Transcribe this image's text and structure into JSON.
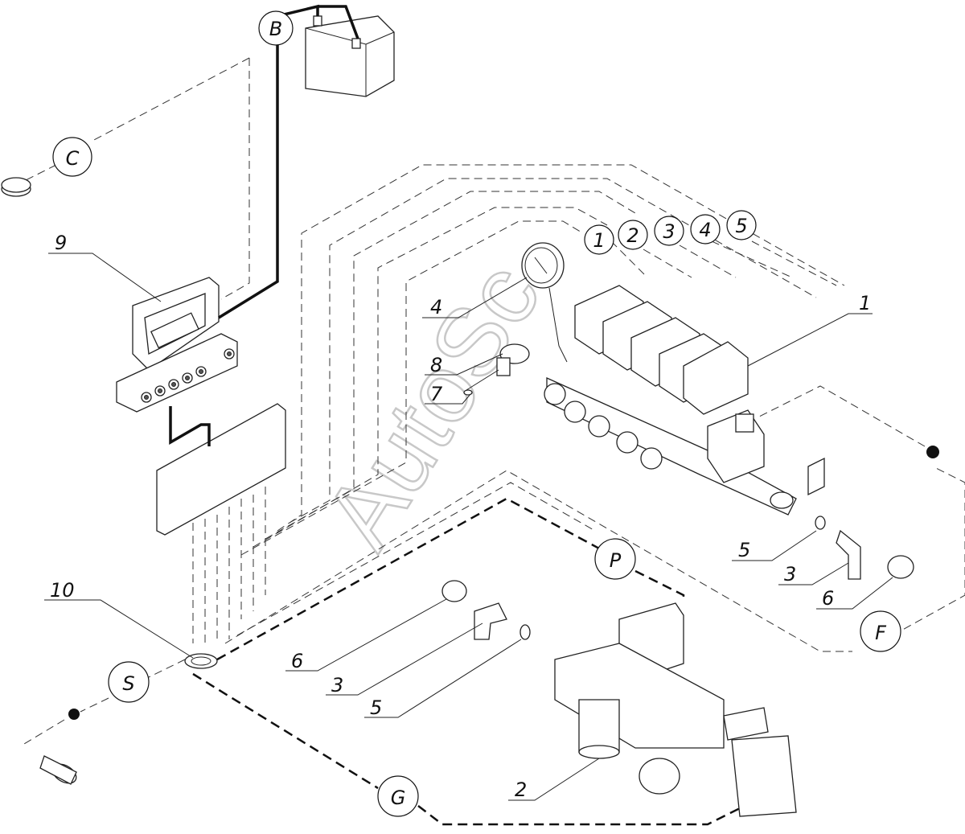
{
  "watermark": "AutoSc",
  "circle_labels": {
    "B": "B",
    "C": "C",
    "S": "S",
    "P": "P",
    "F": "F",
    "G": "G",
    "line1": "1",
    "line2": "2",
    "line3": "3",
    "line4": "4",
    "line5": "5"
  },
  "part_labels": {
    "p9": "9",
    "p10": "10",
    "p4": "4",
    "p8": "8",
    "p7": "7",
    "p1": "1",
    "p5_right": "5",
    "p3_right": "3",
    "p6_right": "6",
    "p6_lower": "6",
    "p3_lower": "3",
    "p5_lower": "5",
    "p2": "2"
  }
}
